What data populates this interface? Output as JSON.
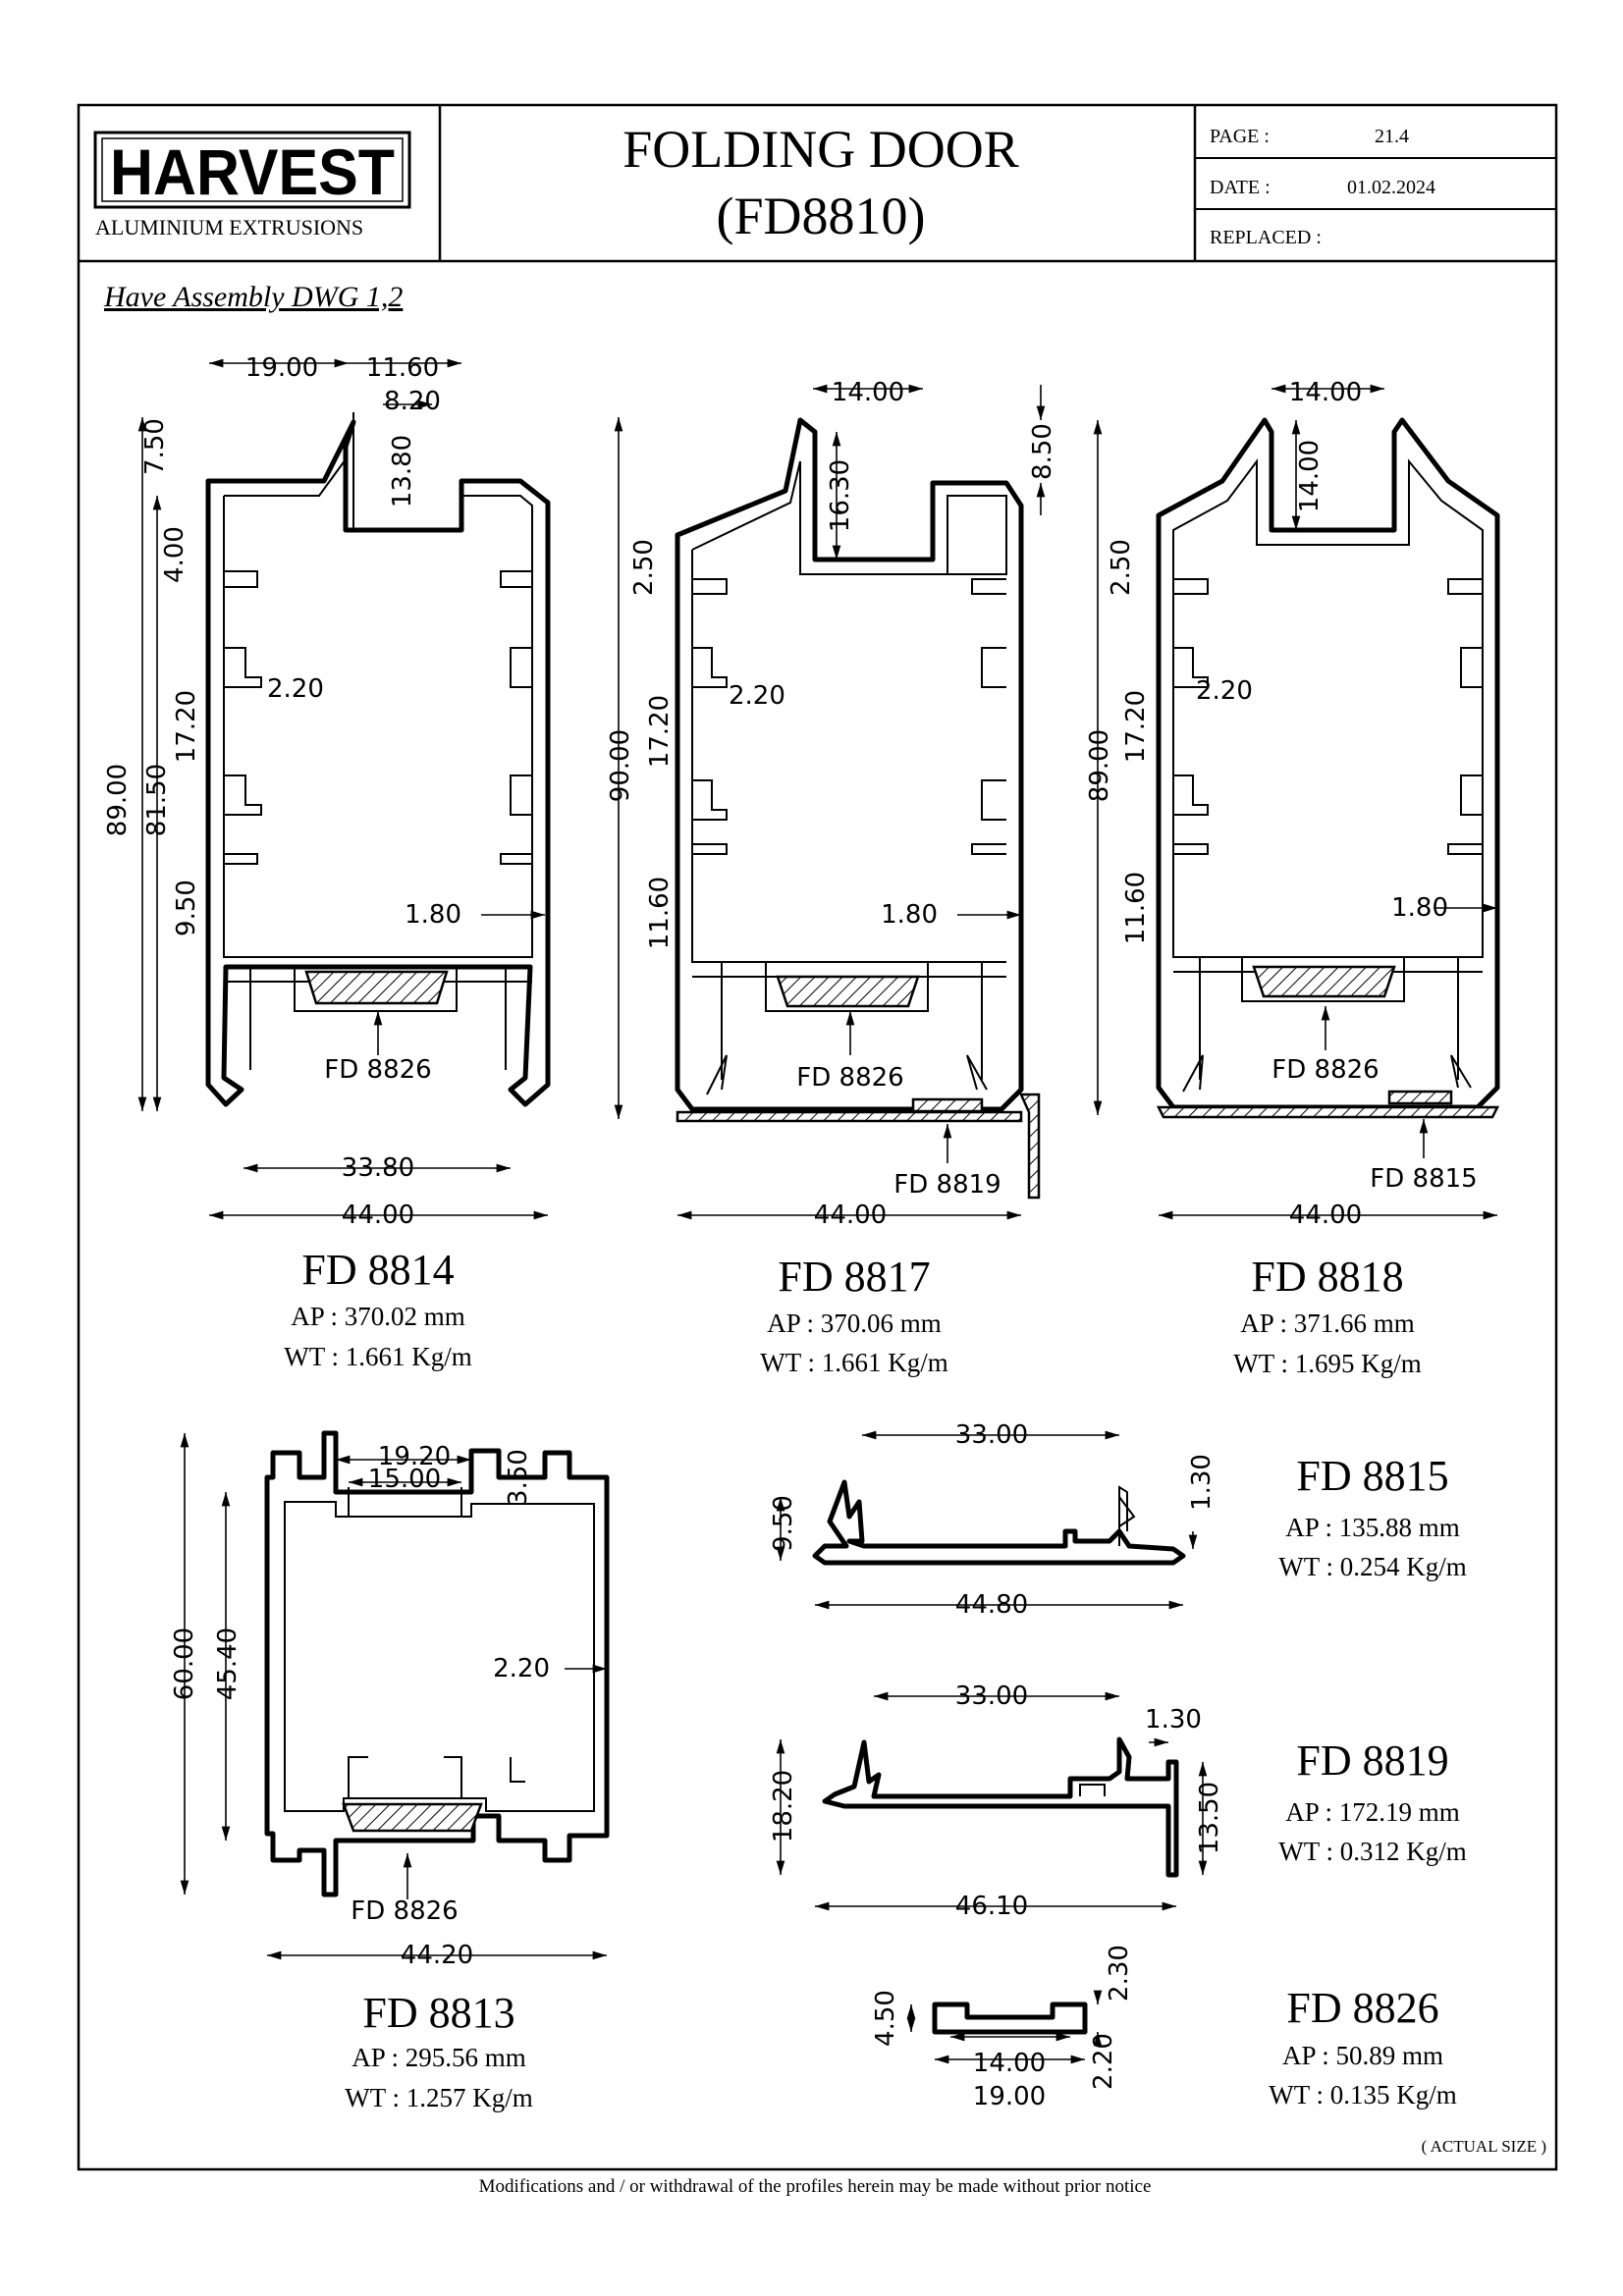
{
  "header": {
    "brand": "HARVEST",
    "brand_sub": "ALUMINIUM EXTRUSIONS",
    "title_line1": "FOLDING DOOR",
    "title_line2": "(FD8810)",
    "page_label": "PAGE :",
    "page_value": "21.4",
    "date_label": "DATE :",
    "date_value": "01.02.2024",
    "replaced_label": "REPLACED :",
    "replaced_value": ""
  },
  "note": "Have Assembly DWG 1,2",
  "profiles": {
    "fd8814": {
      "name": "FD 8814",
      "ap": "AP : 370.02 mm",
      "wt": "WT : 1.661 Kg/m",
      "insert_label": "FD 8826",
      "dims": {
        "top_a": "19.00",
        "top_b": "11.60",
        "slot_w": "8.20",
        "slot_h": "13.80",
        "lip": "7.50",
        "gap": "4.00",
        "pitch": "17.20",
        "tooth": "2.20",
        "h_total": "89.00",
        "h_inner": "81.50",
        "bottom_gap": "9.50",
        "wall": "1.80",
        "opening": "33.80",
        "width": "44.00"
      }
    },
    "fd8817": {
      "name": "FD 8817",
      "ap": "AP : 370.06 mm",
      "wt": "WT : 1.661 Kg/m",
      "insert_label": "FD 8826",
      "cover_label": "FD 8819",
      "dims": {
        "top_w": "14.00",
        "lip": "8.50",
        "slot_h": "16.30",
        "gap": "2.50",
        "pitch": "17.20",
        "tooth": "2.20",
        "h_total": "90.00",
        "bottom_gap": "11.60",
        "wall": "1.80",
        "width": "44.00"
      }
    },
    "fd8818": {
      "name": "FD 8818",
      "ap": "AP : 371.66 mm",
      "wt": "WT : 1.695 Kg/m",
      "insert_label": "FD 8826",
      "cover_label": "FD 8815",
      "dims": {
        "top_w": "14.00",
        "slot_h": "14.00",
        "gap": "2.50",
        "pitch": "17.20",
        "tooth": "2.20",
        "h_total": "89.00",
        "bottom_gap": "11.60",
        "wall": "1.80",
        "width": "44.00"
      }
    },
    "fd8813": {
      "name": "FD 8813",
      "ap": "AP : 295.56 mm",
      "wt": "WT : 1.257 Kg/m",
      "insert_label": "FD 8826",
      "dims": {
        "outer_slot": "19.20",
        "inner_slot": "15.00",
        "lip": "3.50",
        "h_total": "60.00",
        "h_inner": "45.40",
        "wall": "2.20",
        "width": "44.20"
      }
    },
    "fd8815": {
      "name": "FD 8815",
      "ap": "AP : 135.88 mm",
      "wt": "WT : 0.254 Kg/m",
      "dims": {
        "top": "33.00",
        "height": "9.50",
        "thick": "1.30",
        "width": "44.80"
      }
    },
    "fd8819": {
      "name": "FD 8819",
      "ap": "AP : 172.19 mm",
      "wt": "WT : 0.312 Kg/m",
      "dims": {
        "top": "33.00",
        "thick": "1.30",
        "height": "18.20",
        "flange": "13.50",
        "width": "46.10"
      }
    },
    "fd8826": {
      "name": "FD 8826",
      "ap": "AP : 50.89 mm",
      "wt": "WT : 0.135 Kg/m",
      "dims": {
        "height": "4.50",
        "top_lip": "2.30",
        "inner": "14.00",
        "bottom": "2.20",
        "width": "19.00"
      }
    }
  },
  "scale_note": "( ACTUAL SIZE )",
  "footer": "Modifications and / or withdrawal of the profiles herein may be made without prior notice"
}
